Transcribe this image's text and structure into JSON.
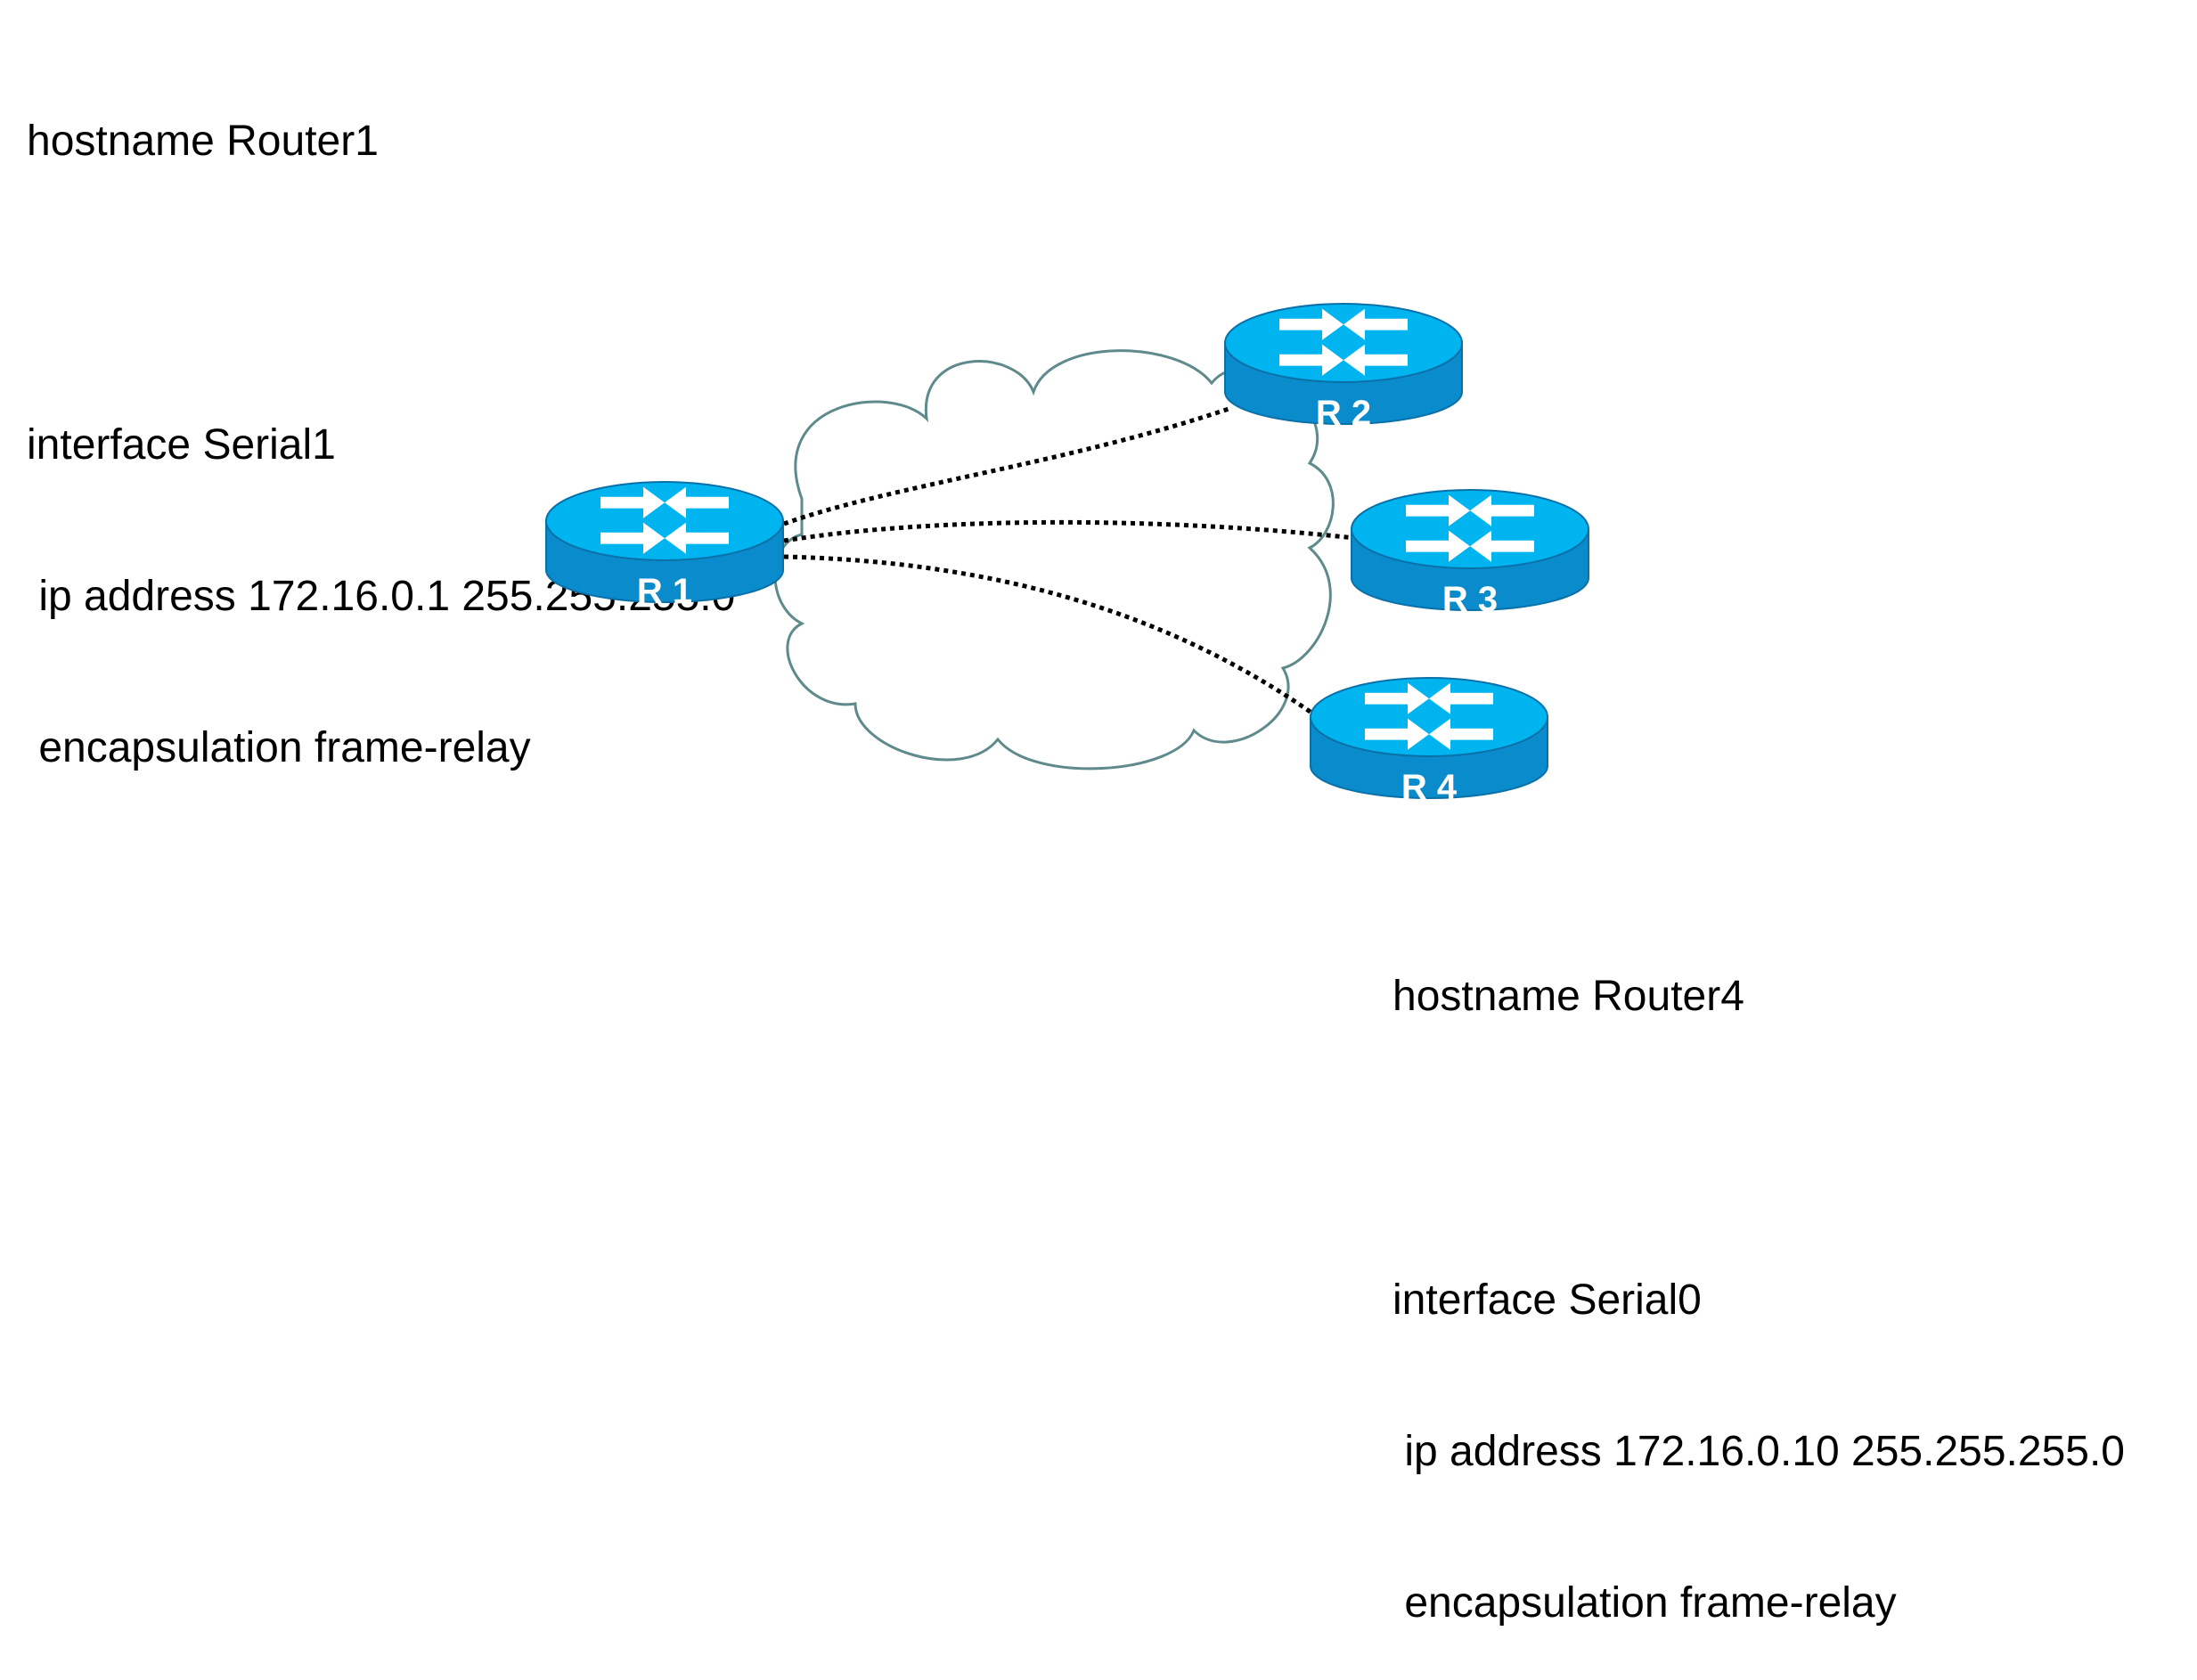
{
  "colors": {
    "router_top": "#00b4f0",
    "router_side": "#0a8ccc",
    "router_edge": "#0a70a8",
    "cloud_stroke": "#5f8a8c",
    "link": "#000000"
  },
  "configs": {
    "router1": {
      "lines": [
        "hostname Router1",
        "",
        "interface Serial1",
        " ip address 172.16.0.1 255.255.255.0",
        " encapsulation frame-relay"
      ]
    },
    "router4": {
      "lines": [
        "hostname Router4",
        "",
        "interface Serial0",
        " ip address 172.16.0.10 255.255.255.0",
        " encapsulation frame-relay"
      ]
    }
  },
  "routers": [
    {
      "id": "r1",
      "label": "R 1",
      "icon": "router-icon"
    },
    {
      "id": "r2",
      "label": "R 2",
      "icon": "router-icon"
    },
    {
      "id": "r3",
      "label": "R 3",
      "icon": "router-icon"
    },
    {
      "id": "r4",
      "label": "R 4",
      "icon": "router-icon"
    }
  ],
  "network": {
    "icon": "frame-relay-cloud-icon"
  }
}
